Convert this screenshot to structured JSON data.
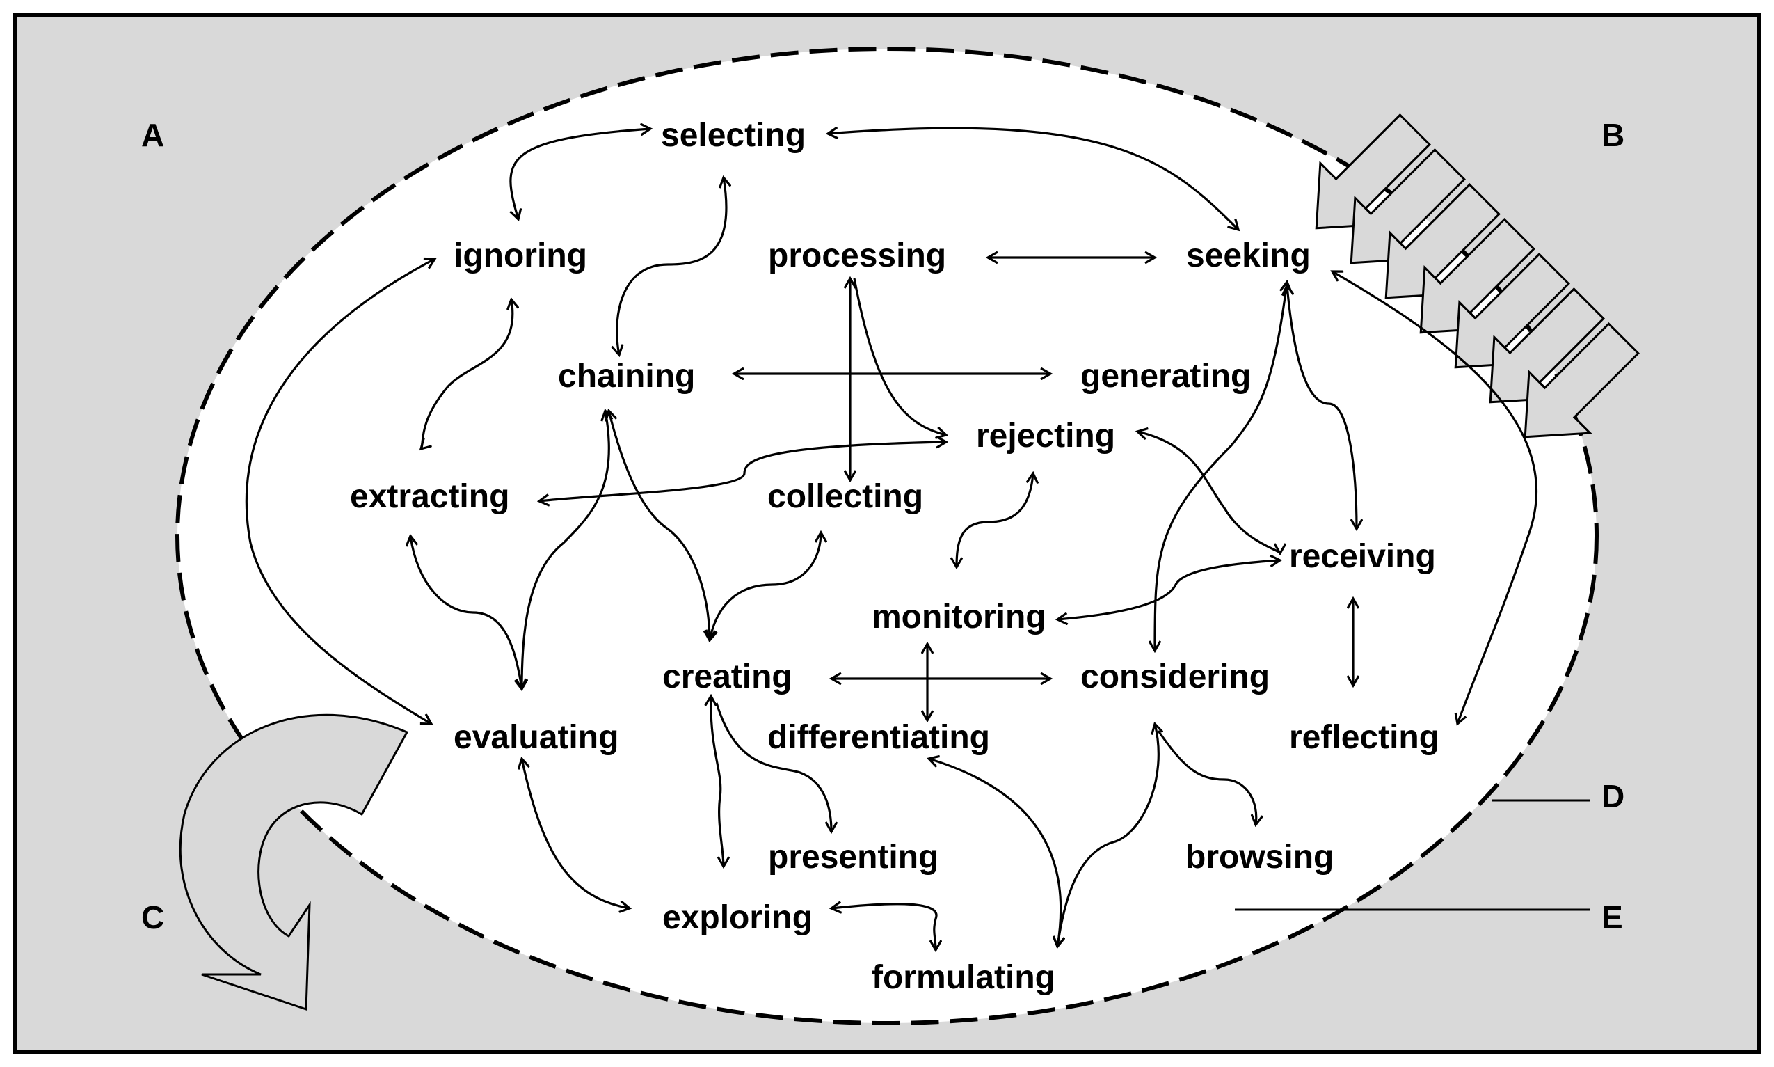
{
  "nodes": {
    "selecting": "selecting",
    "ignoring": "ignoring",
    "processing": "processing",
    "seeking": "seeking",
    "chaining": "chaining",
    "generating": "generating",
    "rejecting": "rejecting",
    "extracting": "extracting",
    "collecting": "collecting",
    "receiving": "receiving",
    "monitoring": "monitoring",
    "creating": "creating",
    "considering": "considering",
    "evaluating": "evaluating",
    "differentiating": "differentiating",
    "reflecting": "reflecting",
    "presenting": "presenting",
    "browsing": "browsing",
    "exploring": "exploring",
    "formulating": "formulating"
  },
  "regions": {
    "A": "A",
    "B": "B",
    "C": "C",
    "D": "D",
    "E": "E"
  },
  "colors": {
    "background": "#d9d9d9",
    "ellipse_fill": "#ffffff",
    "stroke": "#000000",
    "arrow_fill": "#d9d9d9"
  },
  "icons": {
    "B": "stacked-inward-arrows",
    "C": "curved-return-arrow"
  }
}
